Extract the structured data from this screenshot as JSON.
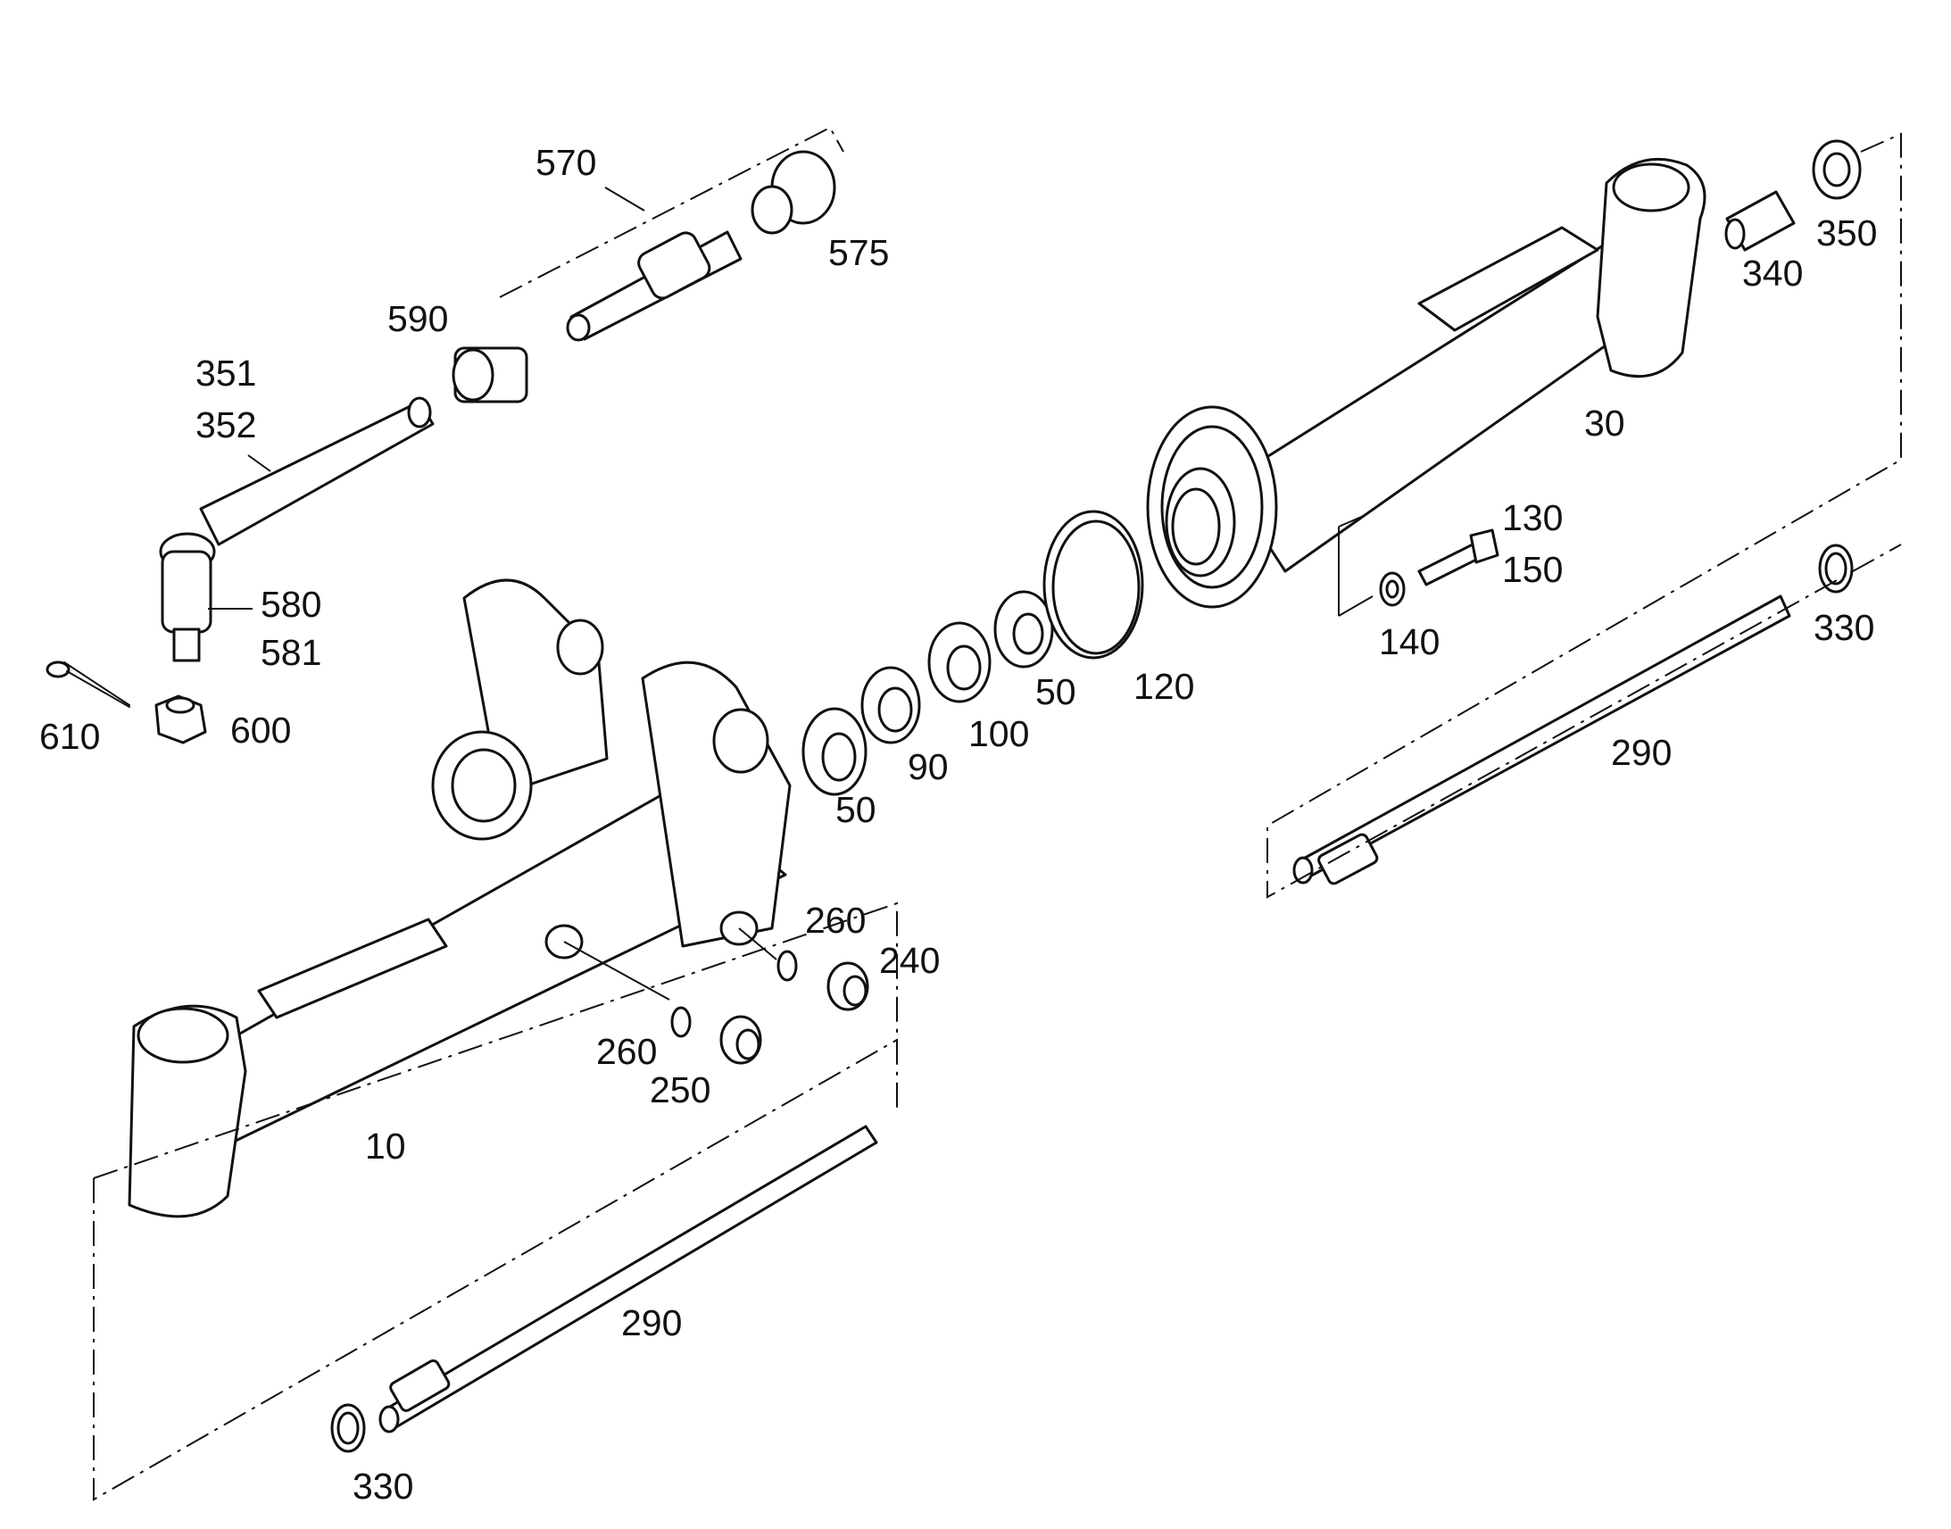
{
  "labels": {
    "l570": "570",
    "l575": "575",
    "l590": "590",
    "l351": "351",
    "l352": "352",
    "l580": "580",
    "l581": "581",
    "l610": "610",
    "l600": "600",
    "l50a": "50",
    "l90": "90",
    "l100": "100",
    "l50b": "50",
    "l120": "120",
    "l130": "130",
    "l150": "150",
    "l140": "140",
    "l30": "30",
    "l340": "340",
    "l350": "350",
    "l330a": "330",
    "l290a": "290",
    "l260a": "260",
    "l240": "240",
    "l260b": "260",
    "l250": "250",
    "l10": "10",
    "l290b": "290",
    "l330b": "330"
  }
}
